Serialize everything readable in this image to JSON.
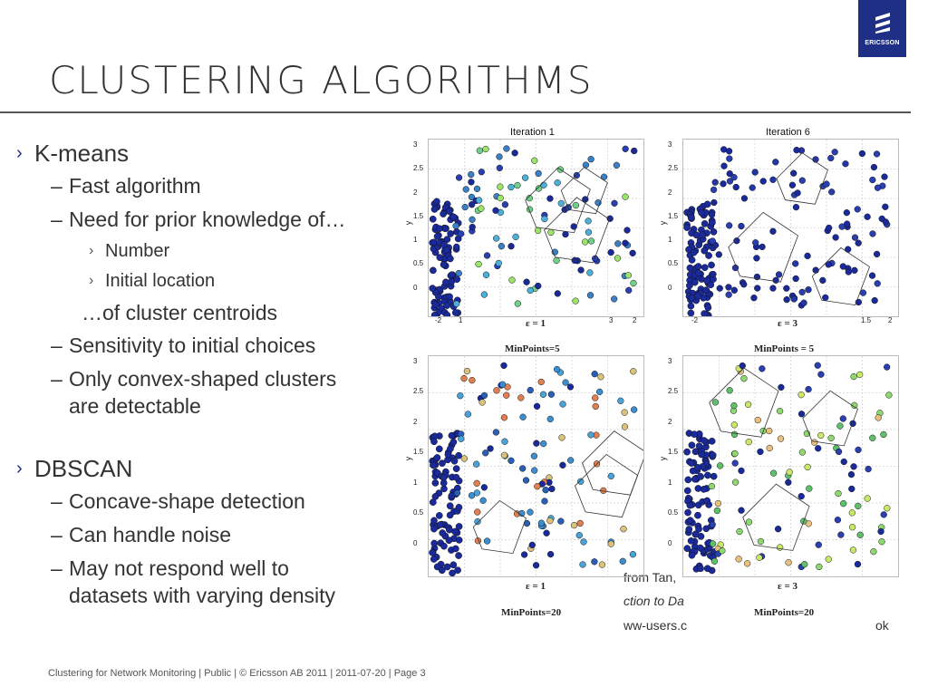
{
  "brand": {
    "name": "ERICSSON",
    "color": "#1f2f86"
  },
  "slide": {
    "title": "CLUSTERING ALGORITHMS"
  },
  "bullets": {
    "kmeans": "K-means",
    "fast": "Fast algorithm",
    "prior": "Need for prior knowledge of…",
    "number": "Number",
    "initial": "Initial location",
    "centroids": "…of cluster centroids",
    "sensitivity": "Sensitivity to initial choices",
    "convex_1": "Only convex-shaped clusters",
    "convex_2": "are detectable",
    "dbscan": "DBSCAN",
    "concave": "Concave-shape detection",
    "noise": "Can handle noise",
    "density_1": "May not respond well to",
    "density_2": "datasets with varying density"
  },
  "figures": {
    "iter1": "Iteration 1",
    "iter6": "Iteration 6",
    "eps1_top": "ε = 1",
    "eps3_top": "ε = 3",
    "minpts5_a": "MinPoints=5",
    "minpts5_b": "MinPoints = 5",
    "eps1_bot": "ε = 1",
    "eps3_bot": "ε = 3",
    "minpts20_a": "MinPoints=20",
    "minpts20_b": "MinPoints=20",
    "y_axis": "y",
    "yticks": [
      "3",
      "2.5",
      "2",
      "1.5",
      "1",
      "0.5",
      "0"
    ],
    "xticks_a": [
      "-2",
      "1",
      "3",
      "2"
    ],
    "xticks_b": [
      "-2",
      "1.5",
      "2"
    ]
  },
  "credits": {
    "line1": "from Tan,",
    "line2": "ction to Da",
    "line3": "ww-users.c",
    "line3_tail": "ok"
  },
  "footer": {
    "text": "Clustering for Network Monitoring  |  Public  |  © Ericsson AB 2011  |  2011-07-20  |  Page 3"
  }
}
